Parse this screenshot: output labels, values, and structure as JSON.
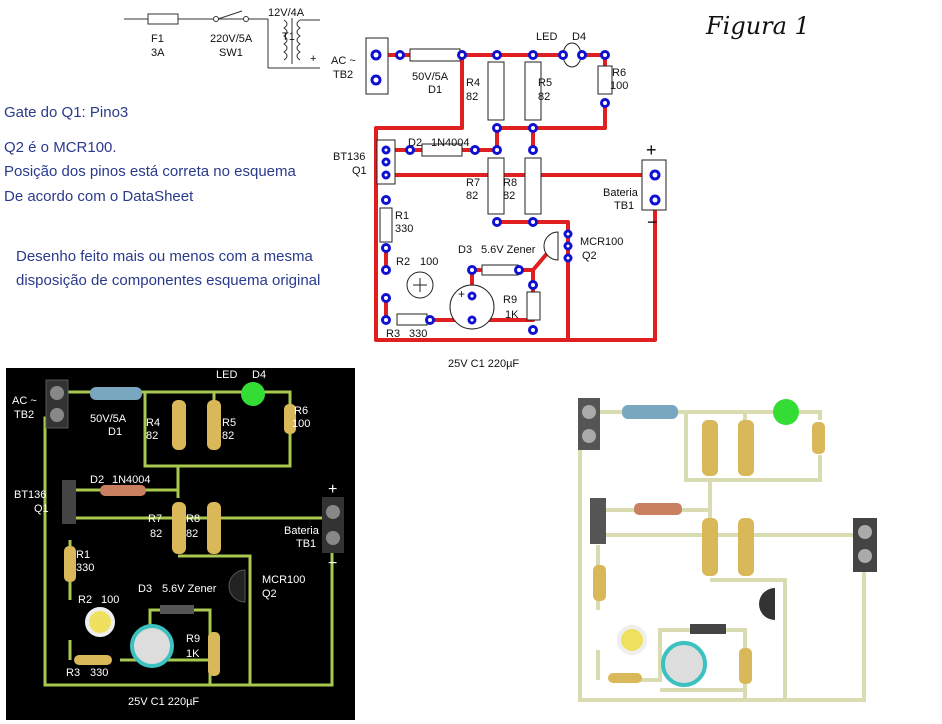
{
  "figure_title": "Figura 1",
  "notes": {
    "gate": "Gate do Q1: Pino3",
    "q2": "Q2 é o MCR100.",
    "pins": " Posição dos pinos está correta no esquema",
    "datasheet": "De acordo com o DataSheet",
    "drawing1": "Desenho feito mais ou menos com a mesma",
    "drawing2": "disposição de componentes esquema original"
  },
  "top_schematic": {
    "F1": "F1",
    "F1_val": "3A",
    "SW1": "SW1",
    "SW1_val": "220V/5A",
    "T1": "T1",
    "T1_val": "12V/4A",
    "AC": "AC ~",
    "TB2": "TB2",
    "D1_val": "50V/5A",
    "D1": "D1",
    "LED": "LED",
    "D4": "D4",
    "R4": "R4",
    "R4_val": "82",
    "R5": "R5",
    "R5_val": "82",
    "R6": "R6",
    "R6_val": "100",
    "D2": "D2",
    "D2_val": "1N4004",
    "BT136": "BT136",
    "Q1": "Q1",
    "R7": "R7",
    "R7_val": "82",
    "R8": "R8",
    "R8_val": "82",
    "Bateria": "Bateria",
    "TB1": "TB1",
    "R1": "R1",
    "R1_val": "330",
    "D3": "D3",
    "D3_val": "5.6V Zener",
    "MCR100": "MCR100",
    "Q2": "Q2",
    "R2": "R2",
    "R2_val": "100",
    "R9": "R9",
    "R9_val": "1K",
    "R3": "R3",
    "R3_val": "330",
    "C1": "25V C1  220µF",
    "plus": "+",
    "minus": "−"
  },
  "colors": {
    "trace_red": "#e02020",
    "pad_blue": "#1010d0",
    "board_black": "#000000",
    "trace_light": "#a8c850",
    "trace_pale": "#d8dcb0"
  }
}
